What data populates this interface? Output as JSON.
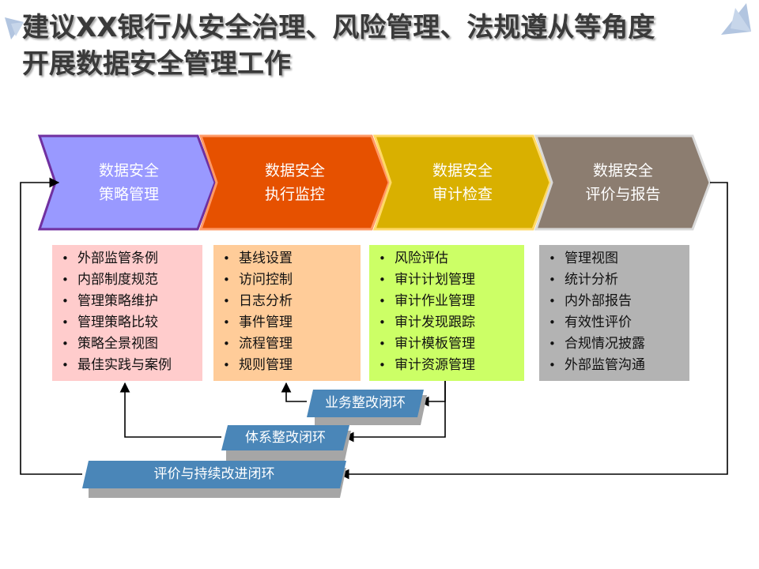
{
  "title": {
    "line1": "建议XX银行从安全治理、风险管理、法规遵从等角度",
    "line2": "开展数据安全管理工作"
  },
  "stages": [
    {
      "line1": "数据安全",
      "line2": "策略管理",
      "color": "#9999ff"
    },
    {
      "line1": "数据安全",
      "line2": "执行监控",
      "color": "#e65100"
    },
    {
      "line1": "数据安全",
      "line2": "审计检查",
      "color": "#d9b000"
    },
    {
      "line1": "数据安全",
      "line2": "评价与报告",
      "color": "#8c7d70"
    }
  ],
  "boxes": [
    {
      "color": "#ffcccc",
      "items": [
        "外部监管条例",
        "内部制度规范",
        "管理策略维护",
        "管理策略比较",
        "策略全景视图",
        "最佳实践与案例"
      ]
    },
    {
      "color": "#ffcc99",
      "items": [
        "基线设置",
        "访问控制",
        "日志分析",
        "事件管理",
        "流程管理",
        "规则管理"
      ]
    },
    {
      "color": "#ccff66",
      "items": [
        "风险评估",
        "审计计划管理",
        "审计作业管理",
        "审计发现跟踪",
        "审计模板管理",
        "审计资源管理"
      ]
    },
    {
      "color": "#b3b3b3",
      "items": [
        "管理视图",
        "统计分析",
        "内外部报告",
        "有效性评价",
        "合规情况披露",
        "外部监管沟通"
      ]
    }
  ],
  "loops": {
    "business": "业务整改闭环",
    "system": "体系整改闭环",
    "evaluation": "评价与持续改进闭环"
  },
  "colors": {
    "loop_fill": "#4a86b8",
    "loop_shadow": "#a6a6a6",
    "line": "#000000"
  }
}
